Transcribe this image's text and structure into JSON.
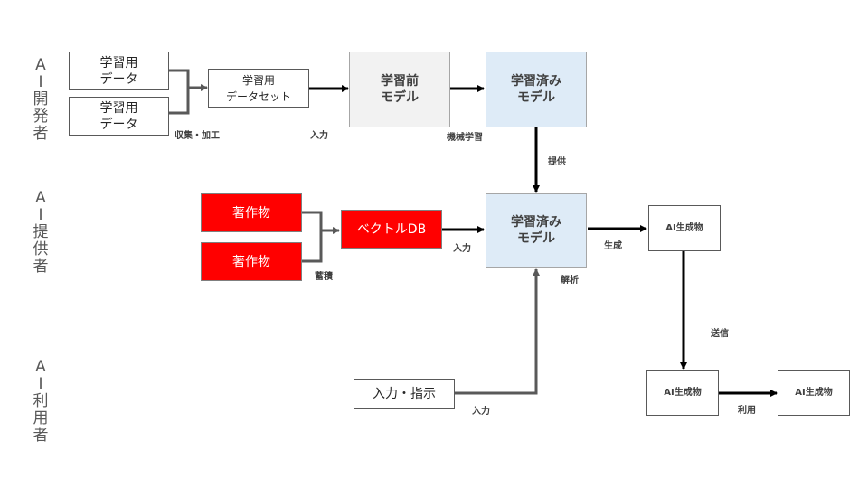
{
  "lanes": {
    "developer": [
      "A",
      "I",
      "開",
      "発",
      "者"
    ],
    "provider": [
      "A",
      "I",
      "提",
      "供",
      "者"
    ],
    "user": [
      "A",
      "I",
      "利",
      "用",
      "者"
    ]
  },
  "nodes": {
    "training_data_1": "学習用\nデータ",
    "training_data_2": "学習用\nデータ",
    "training_dataset": "学習用\nデータセット",
    "pretrained_model": "学習前\nモデル",
    "trained_model_dev": "学習済み\nモデル",
    "copyright_work_1": "著作物",
    "copyright_work_2": "著作物",
    "vector_db": "ベクトルDB",
    "trained_model_provider": "学習済み\nモデル",
    "ai_output_provider": "AI生成物",
    "input_instruction": "入力・指示",
    "ai_output_user": "AI生成物",
    "ai_output_use": "AI生成物"
  },
  "edge_labels": {
    "collect_process": "収集・加工",
    "input_1": "入力",
    "machine_learning": "機械学習",
    "provide": "提供",
    "accumulate": "蓄積",
    "input_2": "入力",
    "generate": "生成",
    "analyze": "解析",
    "send": "送信",
    "input_3": "入力",
    "use": "利用"
  },
  "colors": {
    "copyright_fill": "#ff0000",
    "trained_model_fill": "#deebf7",
    "pretrained_model_fill": "#f2f2f2"
  }
}
